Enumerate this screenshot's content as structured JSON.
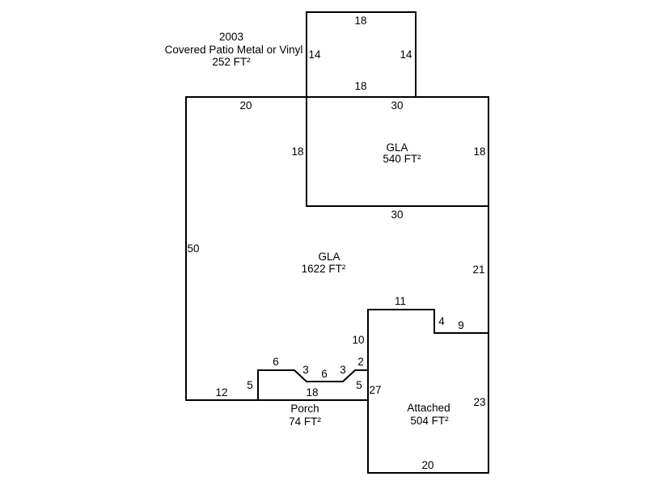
{
  "areas": {
    "patio": {
      "year": "2003",
      "name": "Covered Patio Metal or Vinyl",
      "area": "252 FT²"
    },
    "gla_upper": {
      "name": "GLA",
      "area": "540 FT²"
    },
    "gla_main": {
      "name": "GLA",
      "area": "1622 FT²"
    },
    "porch": {
      "name": "Porch",
      "area": "74 FT²"
    },
    "attached": {
      "name": "Attached",
      "area": "504 FT²"
    }
  },
  "dimensions": {
    "patio_top": "18",
    "patio_left": "14",
    "patio_right": "14",
    "patio_bottom": "18",
    "main_top_left": "20",
    "gla_top": "30",
    "gla_left": "18",
    "gla_right": "18",
    "gla_bottom": "30",
    "main_left": "50",
    "main_right": "21",
    "attached_top": "11",
    "attached_step": "4",
    "attached_step_top": "9",
    "attached_left_upper": "10",
    "attached_left": "27",
    "attached_right": "23",
    "attached_bottom": "20",
    "porch_left": "5",
    "porch_top1": "6",
    "porch_angle1": "3",
    "porch_mid": "6",
    "porch_angle2": "3",
    "porch_top2": "2",
    "porch_right": "5",
    "porch_bottom": "18",
    "main_bottom_left": "12"
  }
}
